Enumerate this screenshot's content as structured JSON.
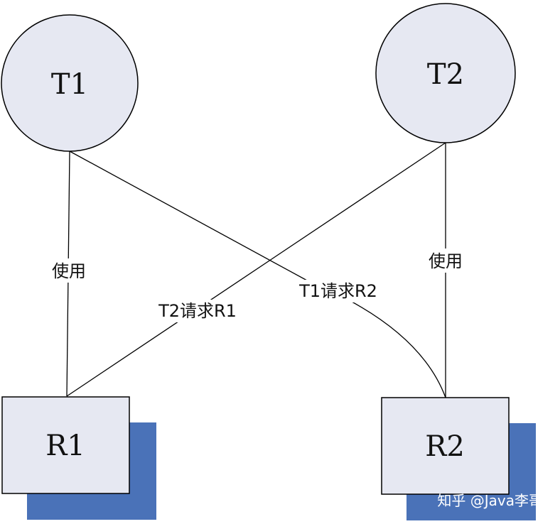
{
  "nodes": {
    "t1": {
      "label": "T1"
    },
    "t2": {
      "label": "T2"
    },
    "r1": {
      "label": "R1"
    },
    "r2": {
      "label": "R2"
    }
  },
  "edges": {
    "t1_r1": {
      "label": "使用"
    },
    "t2_r2": {
      "label": "使用"
    },
    "t2_r1": {
      "label": "T2请求R1"
    },
    "t1_r2": {
      "label": "T1请求R2"
    }
  },
  "watermark": {
    "text": "知乎 @Java李哥"
  },
  "colors": {
    "node_fill": "#e6e8f2",
    "shadow": "#4a72b8",
    "stroke": "#000000"
  }
}
